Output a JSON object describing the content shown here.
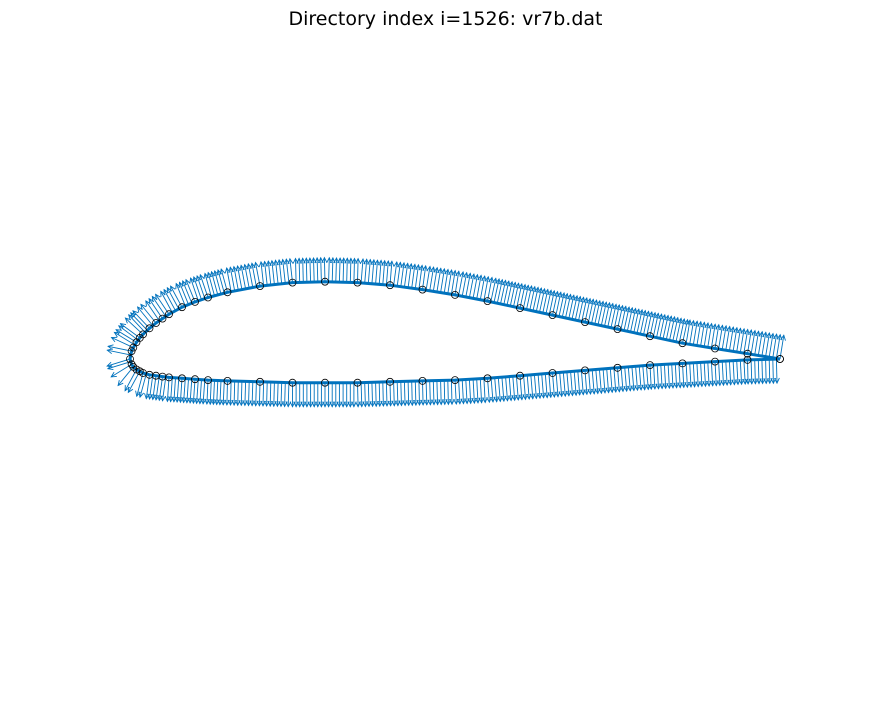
{
  "chart_data": {
    "type": "line",
    "title": "Directory index i=1526: vr7b.dat",
    "xlabel": "",
    "ylabel": "",
    "grid": false,
    "axes_visible": false,
    "xlim": [
      -0.02,
      1.03
    ],
    "ylim": [
      -0.4,
      0.56
    ],
    "colors": {
      "curve": "#0072BD",
      "arrows": "#0072BD",
      "markers": "#000000"
    },
    "upper_surface": {
      "x": [
        1.0,
        0.95,
        0.9,
        0.85,
        0.8,
        0.75,
        0.7,
        0.65,
        0.6,
        0.55,
        0.5,
        0.45,
        0.4,
        0.35,
        0.3,
        0.25,
        0.2,
        0.15,
        0.12,
        0.1,
        0.08,
        0.06,
        0.05,
        0.04,
        0.03,
        0.02,
        0.015,
        0.01,
        0.005,
        0.0025,
        0.0
      ],
      "y": [
        0.0,
        0.006,
        0.012,
        0.018,
        0.026,
        0.034,
        0.042,
        0.05,
        0.058,
        0.066,
        0.073,
        0.079,
        0.084,
        0.087,
        0.088,
        0.087,
        0.083,
        0.076,
        0.07,
        0.065,
        0.059,
        0.051,
        0.046,
        0.041,
        0.035,
        0.028,
        0.024,
        0.019,
        0.013,
        0.009,
        0.0
      ]
    },
    "lower_surface": {
      "x": [
        0.0,
        0.0025,
        0.005,
        0.01,
        0.015,
        0.02,
        0.03,
        0.04,
        0.05,
        0.06,
        0.08,
        0.1,
        0.12,
        0.15,
        0.2,
        0.25,
        0.3,
        0.35,
        0.4,
        0.45,
        0.5,
        0.55,
        0.6,
        0.65,
        0.7,
        0.75,
        0.8,
        0.85,
        0.9,
        0.95,
        1.0
      ],
      "y": [
        0.0,
        -0.006,
        -0.009,
        -0.012,
        -0.014,
        -0.016,
        -0.018,
        -0.019,
        -0.02,
        -0.021,
        -0.022,
        -0.023,
        -0.024,
        -0.025,
        -0.026,
        -0.027,
        -0.027,
        -0.027,
        -0.026,
        -0.025,
        -0.024,
        -0.022,
        -0.019,
        -0.016,
        -0.013,
        -0.01,
        -0.007,
        -0.005,
        -0.003,
        -0.001,
        0.0
      ]
    }
  }
}
